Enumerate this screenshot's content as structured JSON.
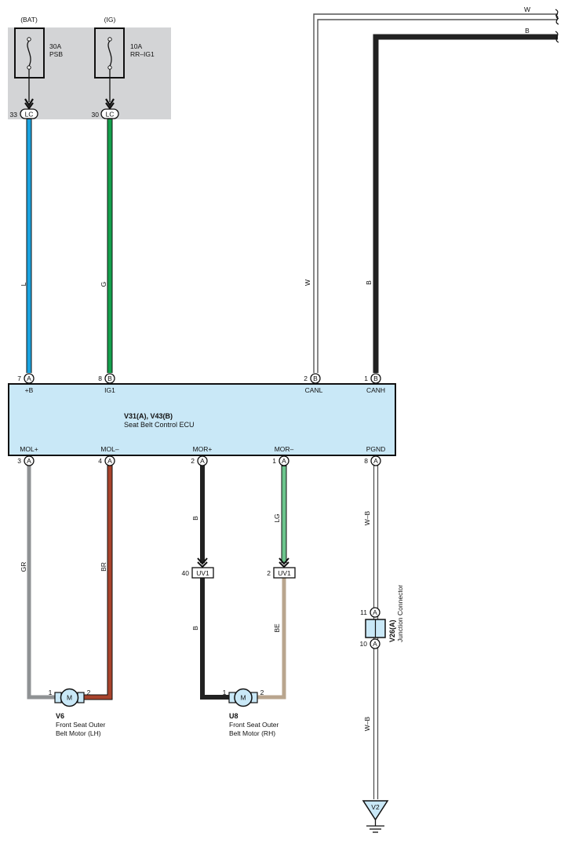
{
  "power": {
    "bat": {
      "source": "(BAT)",
      "amp": "30A",
      "name": "PSB"
    },
    "ig": {
      "source": "(IG)",
      "amp": "10A",
      "name": "RR–IG1"
    }
  },
  "lc_connectors": [
    {
      "pin": "33",
      "label": "LC"
    },
    {
      "pin": "30",
      "label": "LC"
    }
  ],
  "wire_colors": {
    "L": "#1aa3e0",
    "G": "#14a04c",
    "B": "#222222",
    "GR": "#8f9294",
    "BR": "#a8432c",
    "LG": "#6cc48c",
    "BE": "#b9a58e",
    "WB_outline": "#555555"
  },
  "wires": {
    "bat": "L",
    "ig": "G",
    "canl": "W",
    "canh": "B",
    "canl_top": "W",
    "canh_top": "B",
    "mol_plus": "GR",
    "mol_minus": "BR",
    "mor_plus_upper": "B",
    "mor_plus_lower": "B",
    "mor_minus_upper": "LG",
    "mor_minus_lower": "BE",
    "pgnd_upper": "W–B",
    "pgnd_lower": "W–B"
  },
  "ecu": {
    "title": "V31(A), V43(B)",
    "subtitle": "Seat Belt Control ECU",
    "top_pins": [
      {
        "pin": "7",
        "conn": "A",
        "signal": "+B"
      },
      {
        "pin": "8",
        "conn": "B",
        "signal": "IG1"
      },
      {
        "pin": "2",
        "conn": "B",
        "signal": "CANL"
      },
      {
        "pin": "1",
        "conn": "B",
        "signal": "CANH"
      }
    ],
    "bottom_pins": [
      {
        "pin": "3",
        "conn": "A",
        "signal": "MOL+"
      },
      {
        "pin": "4",
        "conn": "A",
        "signal": "MOL–"
      },
      {
        "pin": "2",
        "conn": "A",
        "signal": "MOR+"
      },
      {
        "pin": "1",
        "conn": "A",
        "signal": "MOR–"
      },
      {
        "pin": "8",
        "conn": "A",
        "signal": "PGND"
      }
    ]
  },
  "uv1": [
    {
      "pin": "40",
      "label": "UV1"
    },
    {
      "pin": "2",
      "label": "UV1"
    }
  ],
  "motors": [
    {
      "id": "V6",
      "desc1": "Front Seat Outer",
      "desc2": "Belt Motor (LH)",
      "symbol": "M",
      "pin_left": "1",
      "pin_right": "2"
    },
    {
      "id": "U8",
      "desc1": "Front Seat Outer",
      "desc2": "Belt Motor (RH)",
      "symbol": "M",
      "pin_left": "1",
      "pin_right": "2"
    }
  ],
  "junction": {
    "id": "V26(A)",
    "desc": "Junction Connector",
    "pin_top": "11",
    "pin_bottom": "10",
    "conn": "A"
  },
  "ground": {
    "label": "V2"
  }
}
